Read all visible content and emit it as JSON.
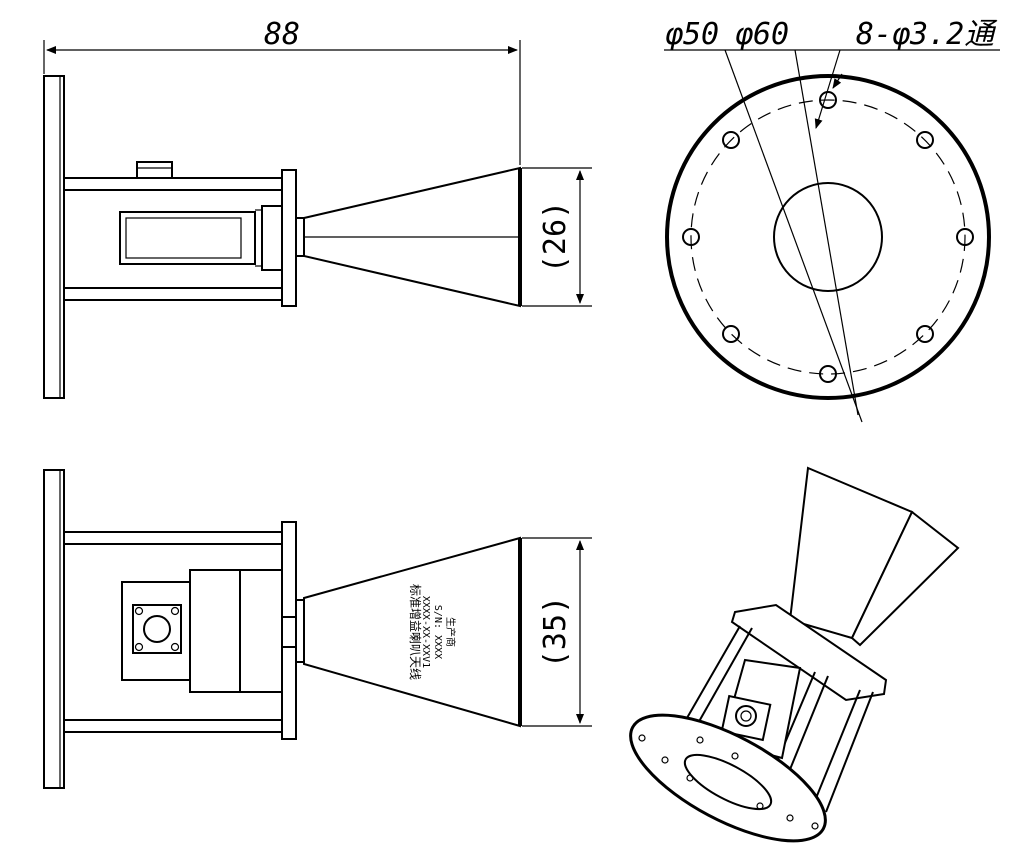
{
  "dimensions": {
    "overall_length": "88",
    "aperture_small": "(26)",
    "aperture_large": "(35)",
    "bolt_circle": "φ50",
    "flange_diameter": "φ60",
    "holes": "8-φ3.2通"
  },
  "label": {
    "line1": "标准增益喇叭天线",
    "line2": "XXXX-XX-XXV1",
    "line3": "S/N: XXXX",
    "line4": "生产商"
  }
}
